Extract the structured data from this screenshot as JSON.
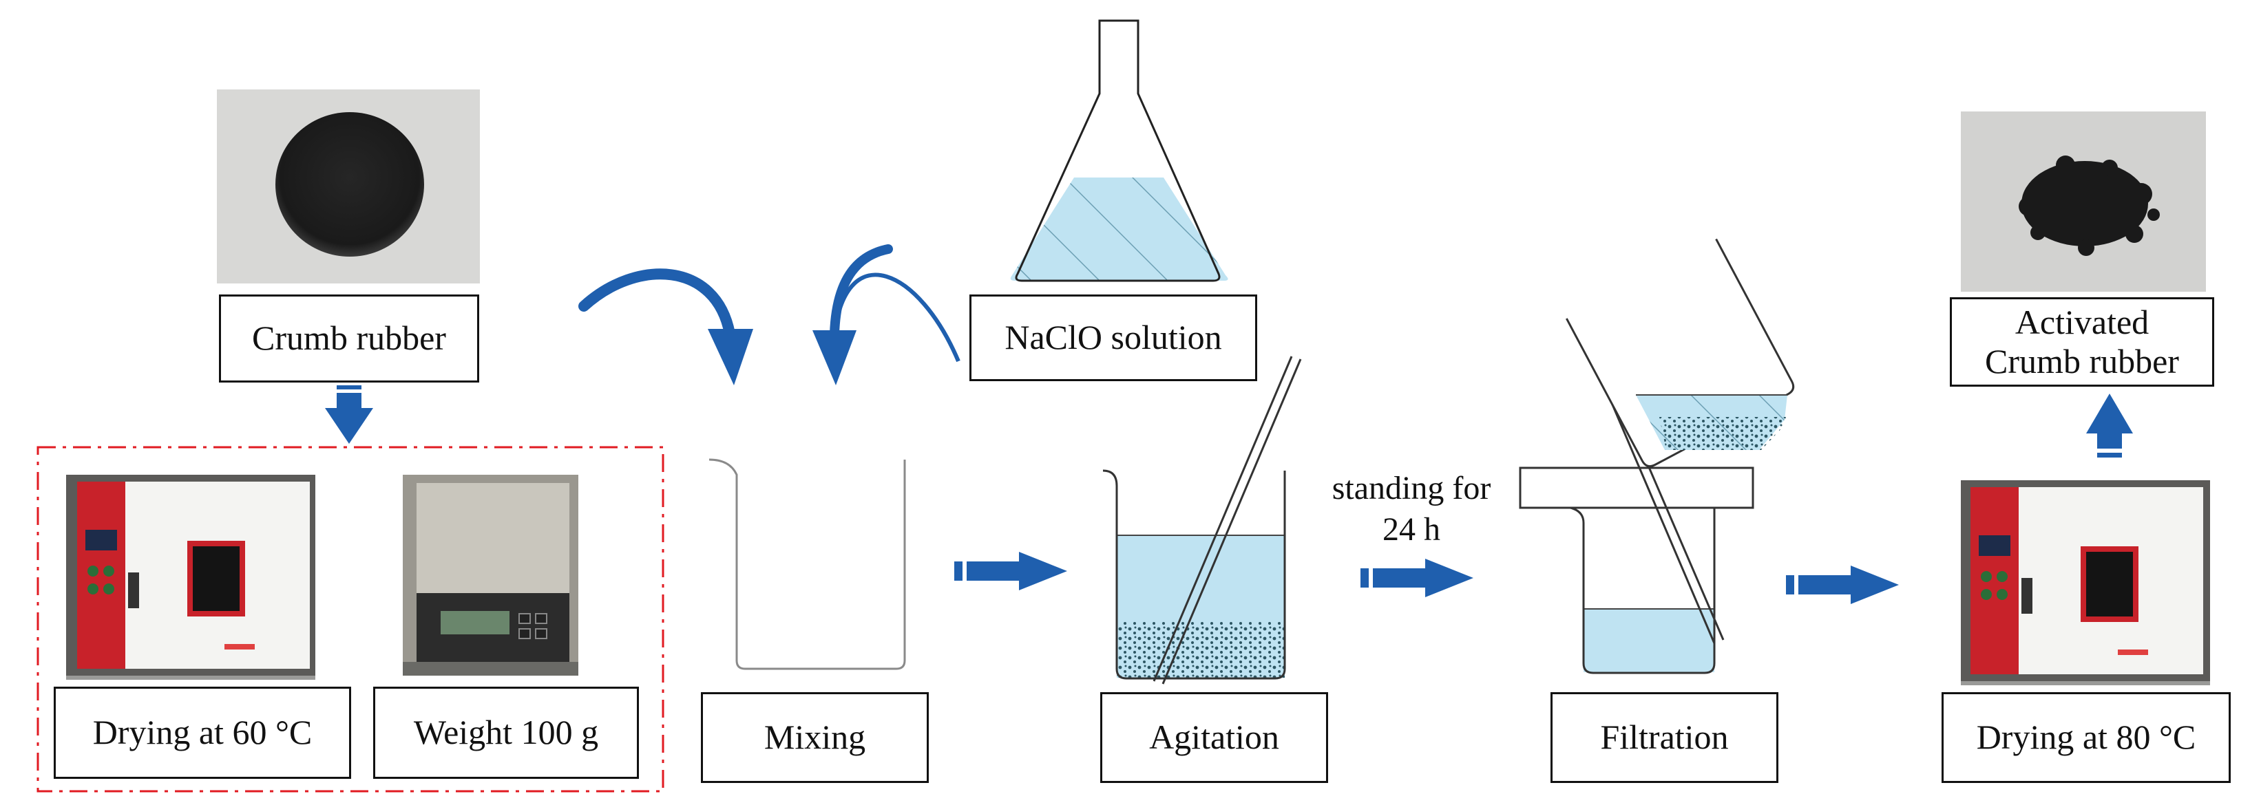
{
  "labels": {
    "crumb_rubber": "Crumb rubber",
    "naclo_solution": "NaClO solution",
    "drying_60": "Drying at 60 °C",
    "weight_100": "Weight 100 g",
    "mixing": "Mixing",
    "agitation": "Agitation",
    "filtration": "Filtration",
    "drying_80": "Drying at 80 °C",
    "activated_line1": "Activated",
    "activated_line2": "Crumb rubber",
    "standing_line1": "standing for",
    "standing_line2": "24 h"
  },
  "colors": {
    "arrow": "#1f5fae",
    "liquid": "#bfe3f2",
    "dashed_box": "#e11b22",
    "oven_red": "#c8222a",
    "rubber": "#1b1b1b"
  }
}
